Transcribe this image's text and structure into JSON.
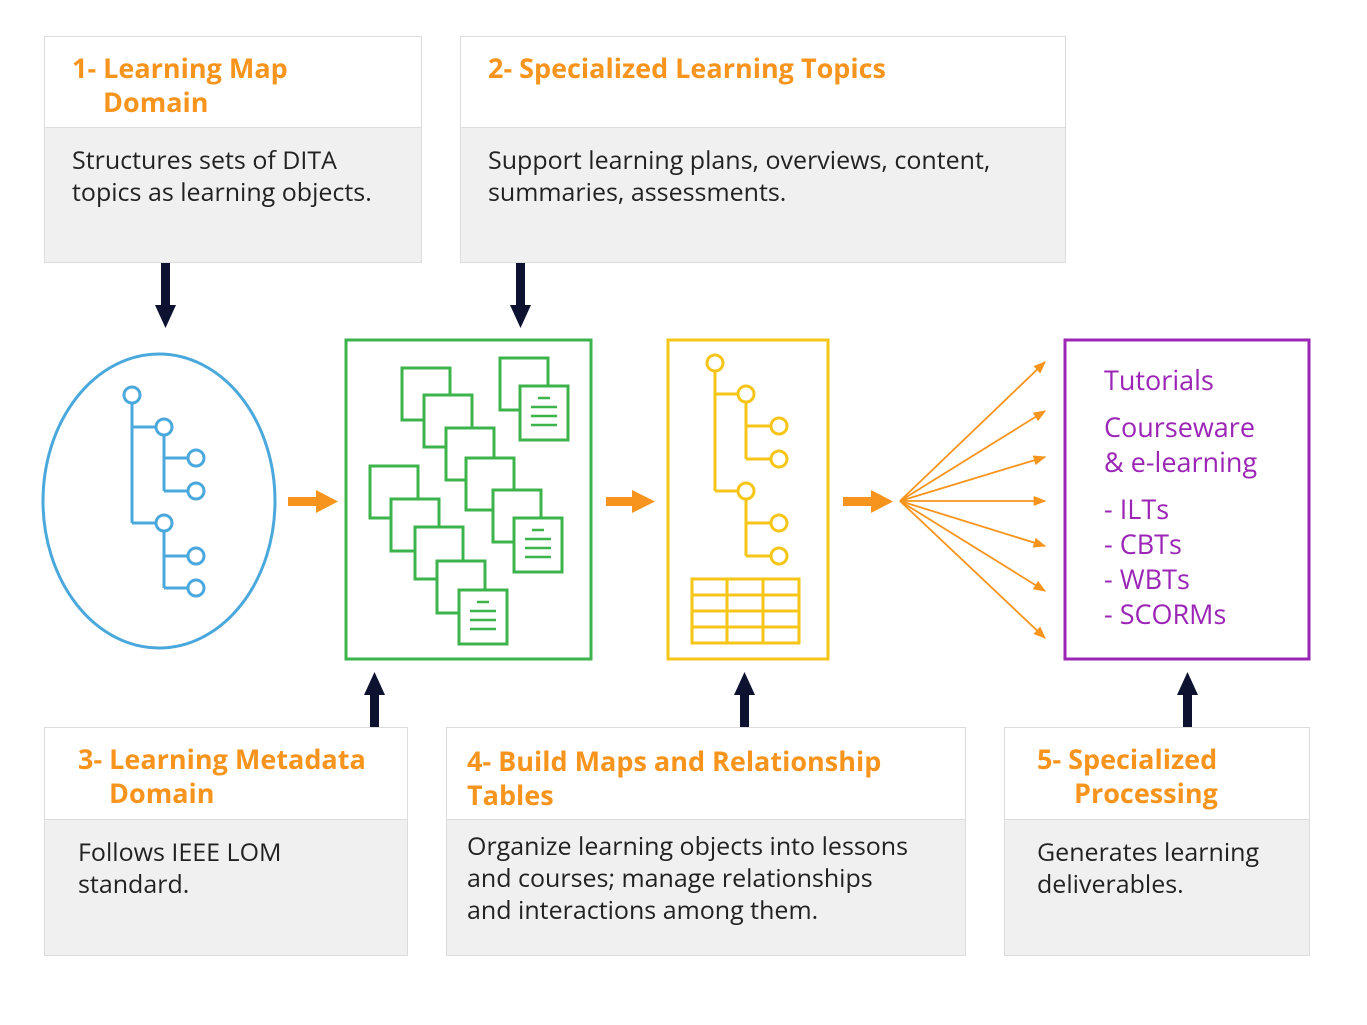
{
  "boxes": {
    "b1": {
      "title_l1": "1- Learning Map",
      "title_l2": "Domain",
      "desc_l1": "Structures sets of DITA",
      "desc_l2": "topics as learning objects."
    },
    "b2": {
      "title_l1": "2- Specialized Learning Topics",
      "desc_l1": "Support learning plans, overviews, content,",
      "desc_l2": "summaries, assessments."
    },
    "b3": {
      "title_l1": "3- Learning Metadata",
      "title_l2": "Domain",
      "desc_l1": "Follows IEEE LOM",
      "desc_l2": "standard."
    },
    "b4": {
      "title_l1": "4- Build Maps and Relationship",
      "title_l2": "Tables",
      "desc_l1": "Organize learning objects into lessons",
      "desc_l2": "and courses; manage relationships",
      "desc_l3": "and interactions among them."
    },
    "b5": {
      "title_l1": "5- Specialized",
      "title_l2": "Processing",
      "desc_l1": "Generates learning",
      "desc_l2": "deliverables."
    }
  },
  "outputs": {
    "tutorials": "Tutorials",
    "courseware_l1": "Courseware",
    "courseware_l2": "& e-learning",
    "items": [
      "- ILTs",
      "- CBTs",
      "- WBTs",
      "- SCORMs"
    ]
  },
  "colors": {
    "orange": "#f7941d",
    "blue": "#4aa8dc",
    "green": "#3cb44b",
    "yellow": "#f5c518",
    "purple": "#9b26b6",
    "navy": "#0d1230"
  }
}
